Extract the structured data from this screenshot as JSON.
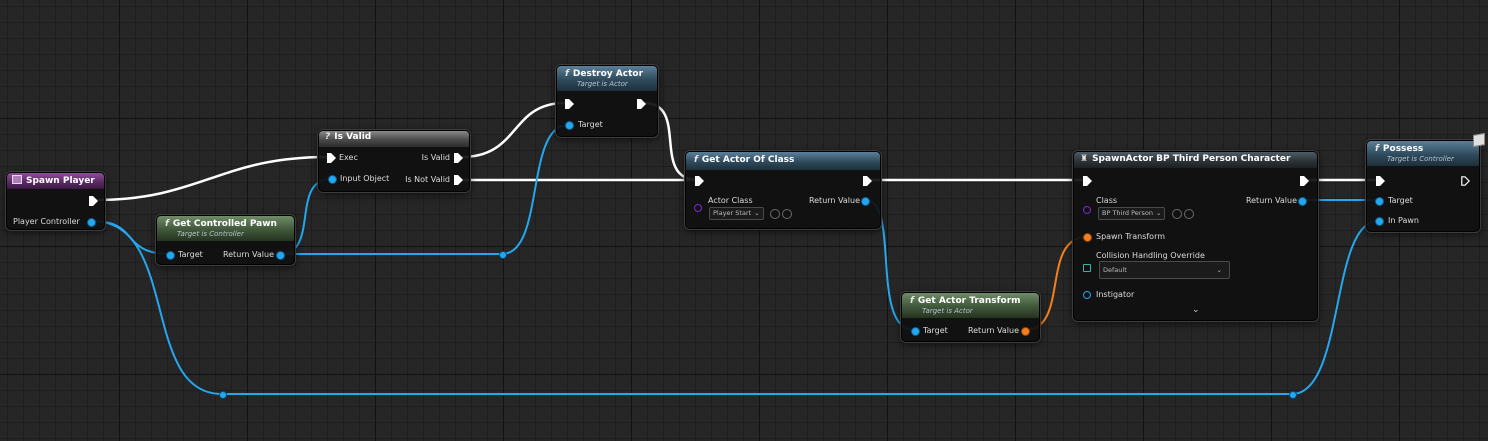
{
  "colors": {
    "object_wire": "#25a7ef",
    "exec_wire": "#ffffff",
    "transform_wire": "#f3801e",
    "class_pin": "#7a2bd0",
    "background": "#262626"
  },
  "nodes": {
    "spawn_player": {
      "title": "Spawn Player",
      "icon": "event-icon",
      "pin_player_controller": "Player Controller"
    },
    "get_controlled_pawn": {
      "icon": "f",
      "title": "Get Controlled Pawn",
      "subtitle": "Target is Controller",
      "pin_target": "Target",
      "pin_return": "Return Value"
    },
    "is_valid": {
      "icon": "?",
      "title": "Is Valid",
      "pin_exec": "Exec",
      "pin_input": "Input Object",
      "pin_is_valid": "Is Valid",
      "pin_is_not_valid": "Is Not Valid"
    },
    "destroy_actor": {
      "icon": "f",
      "title": "Destroy Actor",
      "subtitle": "Target is Actor",
      "pin_target": "Target"
    },
    "get_actor_of_class": {
      "icon": "f",
      "title": "Get Actor Of Class",
      "pin_actor_class": "Actor Class",
      "actor_class_value": "Player Start",
      "pin_return": "Return Value"
    },
    "get_actor_transform": {
      "icon": "f",
      "title": "Get Actor Transform",
      "subtitle": "Target is Actor",
      "pin_target": "Target",
      "pin_return": "Return Value"
    },
    "spawn_actor": {
      "title": "SpawnActor BP Third Person Character",
      "pin_class": "Class",
      "class_value": "BP Third Person",
      "pin_spawn_transform": "Spawn Transform",
      "pin_collision": "Collision Handling Override",
      "collision_value": "Default",
      "pin_instigator": "Instigator",
      "pin_return": "Return Value"
    },
    "possess": {
      "icon": "f",
      "title": "Possess",
      "subtitle": "Target is Controller",
      "pin_target": "Target",
      "pin_in_pawn": "In Pawn"
    }
  }
}
